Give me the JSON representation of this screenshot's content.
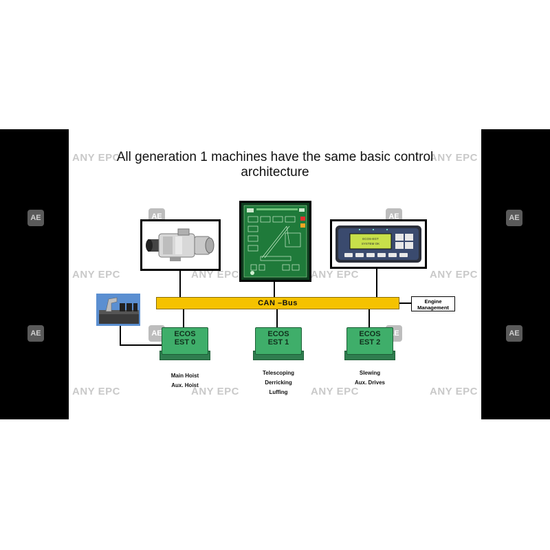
{
  "slide": {
    "title_line1": "All generation 1 machines have the same basic control",
    "title_line2": "architecture"
  },
  "bus": {
    "label": "CAN –Bus"
  },
  "engine": {
    "line1": "Engine",
    "line2": "Management"
  },
  "ecus": [
    {
      "line1": "ECOS",
      "line2": "EST 0",
      "functions": [
        "Main Hoist",
        "Aux. Hoist"
      ]
    },
    {
      "line1": "ECOS",
      "line2": "EST 1",
      "functions": [
        "Telescoping",
        "Derricking",
        "Luffing"
      ]
    },
    {
      "line1": "ECOS",
      "line2": "EST 2",
      "functions": [
        "Slewing",
        "Aux. Drives"
      ]
    }
  ],
  "display_panel": {
    "screen_line1": "ECOS-EGT",
    "screen_line2": "SYSTEM OK"
  },
  "watermark": {
    "text": "ANY EPC",
    "logo": "AE"
  },
  "colors": {
    "bus": "#f5c200",
    "ecu": "#3fae6a",
    "screen": "#1f7a3a",
    "lcd": "#c8e04a"
  },
  "icons": [
    "rotary-encoder-device",
    "crane-monitor-device",
    "operator-display-panel",
    "joystick-device",
    "ecu-module"
  ]
}
